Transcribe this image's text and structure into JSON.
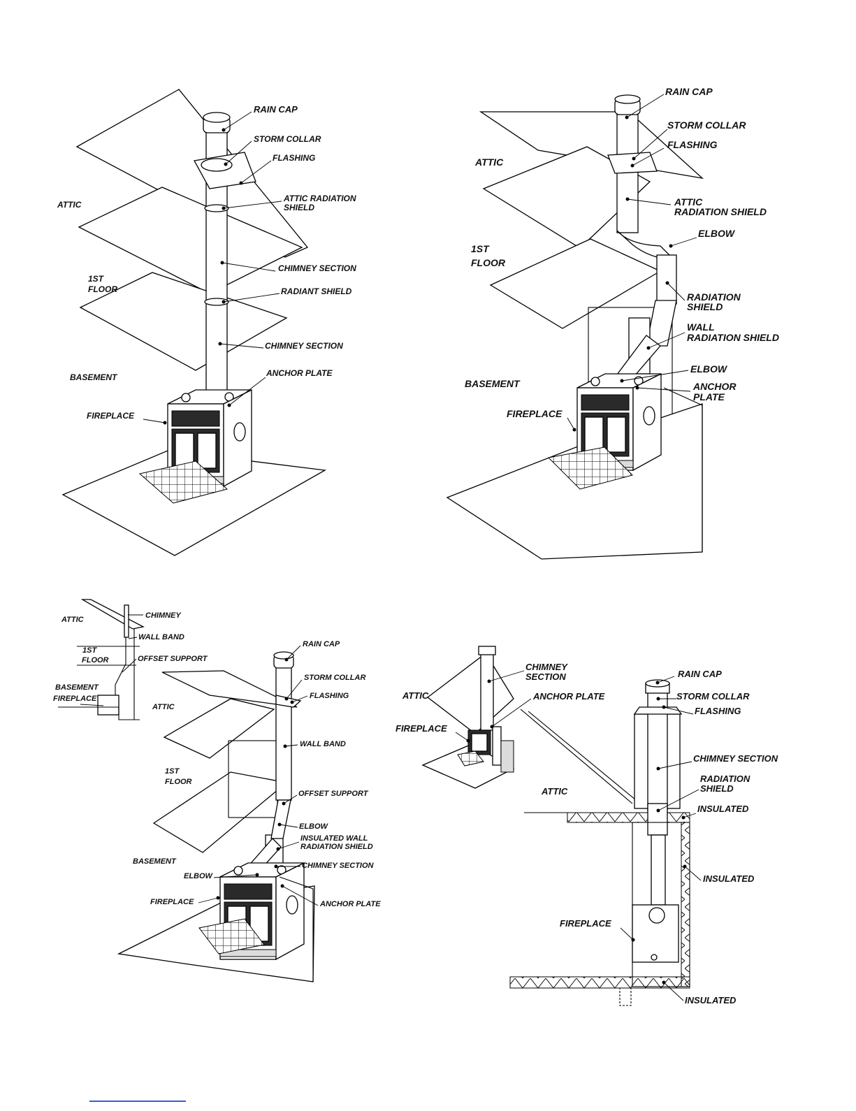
{
  "diagrams": [
    {
      "id": "top-left",
      "labels": {
        "rain_cap": "RAIN CAP",
        "storm_collar": "STORM COLLAR",
        "flashing": "FLASHING",
        "attic_radiation_shield_1": "ATTIC RADIATION",
        "attic_radiation_shield_2": "SHIELD",
        "chimney_section_upper": "CHIMNEY SECTION",
        "radiant_shield": "RADIANT SHIELD",
        "chimney_section_lower": "CHIMNEY SECTION",
        "anchor_plate": "ANCHOR PLATE",
        "attic": "ATTIC",
        "first_floor_1": "1ST",
        "first_floor_2": "FLOOR",
        "basement": "BASEMENT",
        "fireplace": "FIREPLACE"
      }
    },
    {
      "id": "top-right",
      "labels": {
        "rain_cap": "RAIN CAP",
        "storm_collar": "STORM COLLAR",
        "flashing": "FLASHING",
        "attic": "ATTIC",
        "attic_radiation_shield_1": "ATTIC",
        "attic_radiation_shield_2": "RADIATION SHIELD",
        "elbow_upper": "ELBOW",
        "first_floor_1": "1ST",
        "first_floor_2": "FLOOR",
        "radiation_shield_1": "RADIATION",
        "radiation_shield_2": "SHIELD",
        "wall_radiation_shield_1": "WALL",
        "wall_radiation_shield_2": "RADIATION SHIELD",
        "elbow_lower": "ELBOW",
        "anchor_plate_1": "ANCHOR",
        "anchor_plate_2": "PLATE",
        "basement": "BASEMENT",
        "fireplace": "FIREPLACE"
      }
    },
    {
      "id": "bottom-left",
      "inset_labels": {
        "attic": "ATTIC",
        "chimney": "CHIMNEY",
        "wall_band": "WALL BAND",
        "first_floor_1": "1ST",
        "first_floor_2": "FLOOR",
        "offset_support": "OFFSET SUPPORT",
        "basement": "BASEMENT",
        "fireplace": "FIREPLACE"
      },
      "labels": {
        "rain_cap": "RAIN CAP",
        "storm_collar": "STORM COLLAR",
        "flashing": "FLASHING",
        "attic": "ATTIC",
        "wall_band": "WALL BAND",
        "first_floor_1": "1ST",
        "first_floor_2": "FLOOR",
        "offset_support": "OFFSET SUPPORT",
        "elbow_upper": "ELBOW",
        "insulated_wall_radiation_shield_1": "INSULATED WALL",
        "insulated_wall_radiation_shield_2": "RADIATION SHIELD",
        "chimney_section": "CHIMNEY SECTION",
        "basement": "BASEMENT",
        "elbow_lower": "ELBOW",
        "fireplace": "FIREPLACE",
        "anchor_plate": "ANCHOR PLATE"
      }
    },
    {
      "id": "bottom-right",
      "inset_labels": {
        "chimney_section_1": "CHIMNEY",
        "chimney_section_2": "SECTION",
        "attic": "ATTIC",
        "anchor_plate": "ANCHOR PLATE",
        "fireplace": "FIREPLACE"
      },
      "labels": {
        "rain_cap": "RAIN CAP",
        "storm_collar": "STORM COLLAR",
        "flashing": "FLASHING",
        "chimney_section": "CHIMNEY SECTION",
        "radiation_shield_1": "RADIATION",
        "radiation_shield_2": "SHIELD",
        "attic": "ATTIC",
        "insulated_top": "INSULATED",
        "insulated_wall": "INSULATED",
        "fireplace": "FIREPLACE",
        "insulated_floor": "INSULATED"
      }
    }
  ]
}
